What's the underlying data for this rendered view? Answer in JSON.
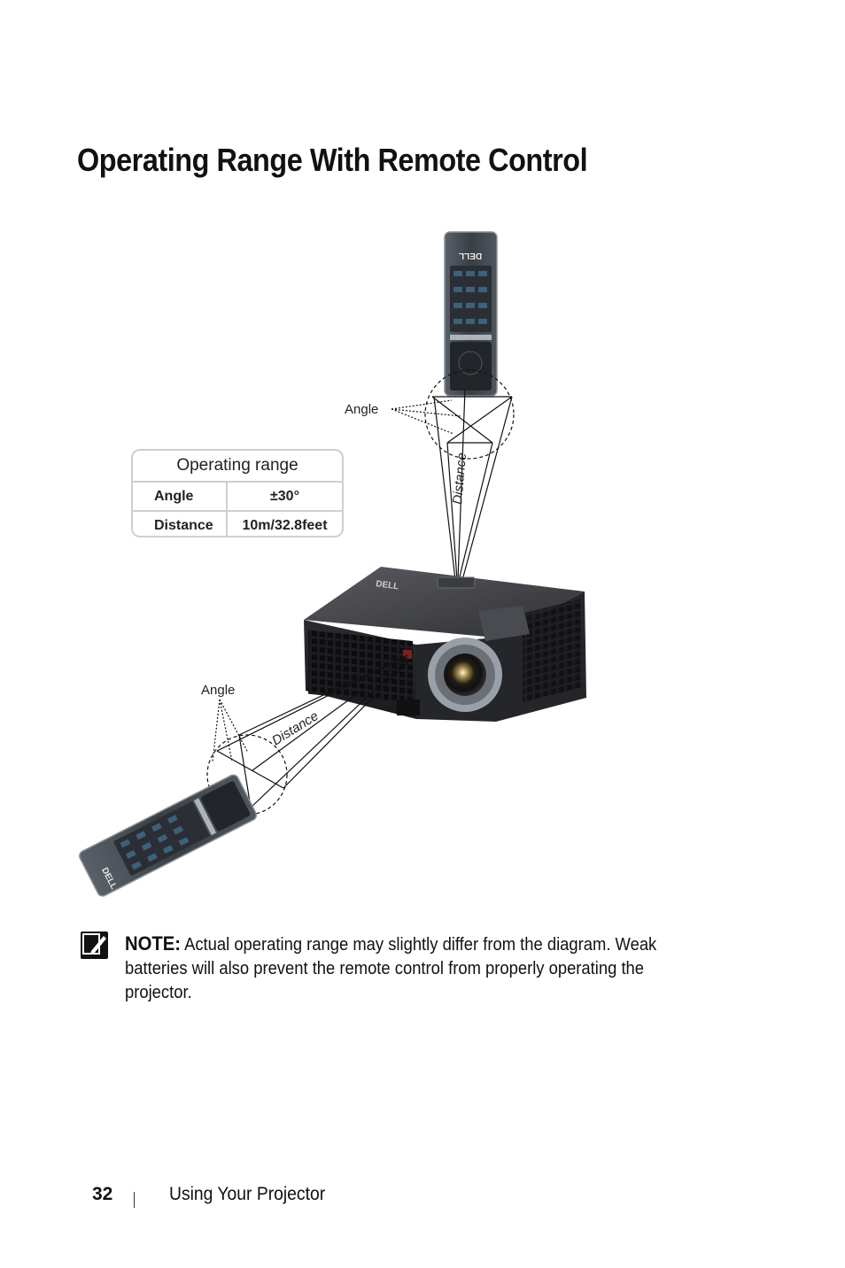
{
  "page": {
    "title": "Operating Range With Remote Control"
  },
  "diagram": {
    "angle_label_top": "Angle",
    "angle_label_bottom": "Angle",
    "distance_label_top": "Distance",
    "distance_label_bottom": "Distance",
    "remote_logo": "DELL",
    "projector_logo": "DELL"
  },
  "range_table": {
    "title": "Operating range",
    "rows": [
      {
        "label": "Angle",
        "value": "±30°"
      },
      {
        "label": "Distance",
        "value": "10m/32.8feet"
      }
    ]
  },
  "note": {
    "label": "NOTE:",
    "text": " Actual operating range may slightly differ from the diagram. Weak batteries will also prevent the remote control from properly operating the projector."
  },
  "footer": {
    "page_number": "32",
    "section": "Using Your Projector"
  },
  "colors": {
    "remote_body": "#3a3f46",
    "projector_body": "#2c2d31"
  }
}
